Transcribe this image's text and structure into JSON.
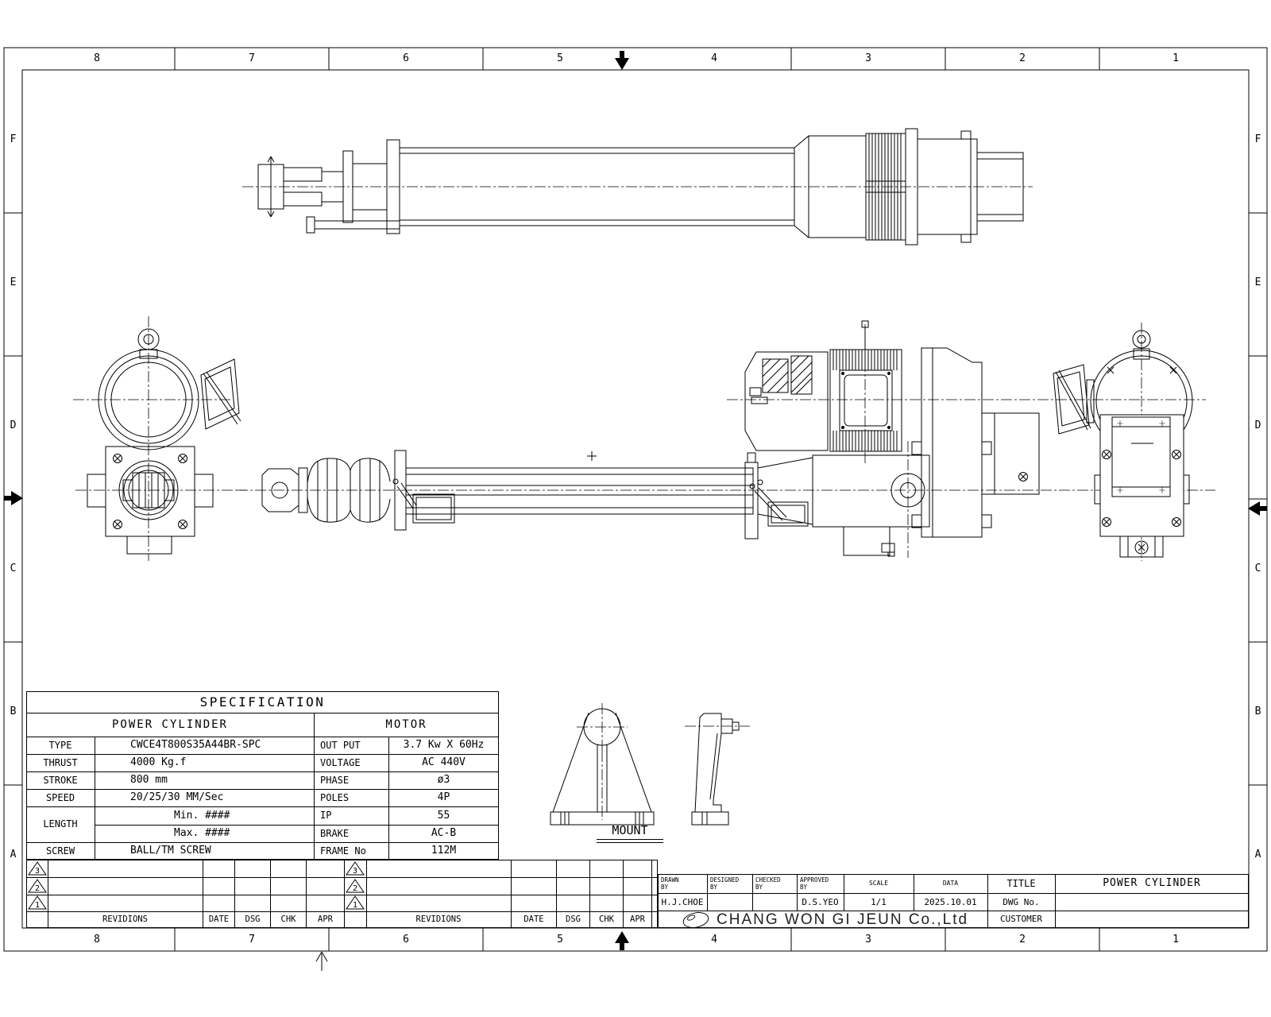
{
  "frame": {
    "columns": [
      "8",
      "7",
      "6",
      "5",
      "4",
      "3",
      "2",
      "1"
    ],
    "rows": [
      "F",
      "E",
      "D",
      "C",
      "B",
      "A"
    ]
  },
  "spec": {
    "title": "SPECIFICATION",
    "power_cylinder": {
      "header": "POWER CYLINDER",
      "type_label": "TYPE",
      "type": "CWCE4T800S35A44BR-SPC",
      "thrust_label": "THRUST",
      "thrust": "4000 Kg.f",
      "stroke_label": "STROKE",
      "stroke": "800 mm",
      "speed_label": "SPEED",
      "speed": "20/25/30 MM/Sec",
      "length_label": "LENGTH",
      "length_min": "Min. ####",
      "length_max": "Max. ####",
      "screw_label": "SCREW",
      "screw": "BALL/TM SCREW"
    },
    "motor": {
      "header": "MOTOR",
      "output_label": "OUT PUT",
      "output": "3.7 Kw X 60Hz",
      "voltage_label": "VOLTAGE",
      "voltage": "AC 440V",
      "phase_label": "PHASE",
      "phase": "ø3",
      "poles_label": "POLES",
      "poles": "4P",
      "ip_label": "IP",
      "ip": "55",
      "brake_label": "BRAKE",
      "brake": "AC-B",
      "frame_label": "FRAME No",
      "frame_no": "112M"
    }
  },
  "mount": {
    "label": "MOUNT"
  },
  "revisions": {
    "markers": [
      "3",
      "2",
      "1"
    ],
    "revisions_label": "REVIDIONS",
    "date_label": "DATE",
    "dsg_label": "DSG",
    "chk_label": "CHK",
    "apr_label": "APR"
  },
  "title_block": {
    "drawn_by_label": "DRAWN\nBY",
    "designed_by_label": "DESIGNED\nBY",
    "checked_by_label": "CHECKED\nBY",
    "approved_by_label": "APPROVED\nBY",
    "scale_label": "SCALE",
    "data_label": "DATA",
    "drawn_by": "H.J.CHOE",
    "designed_by": "",
    "checked_by": "",
    "approved_by": "D.S.YEO",
    "scale": "1/1",
    "data": "2025.10.01",
    "title_label": "TITLE",
    "title": "POWER CYLINDER",
    "dwg_no_label": "DWG No.",
    "dwg_no": "",
    "customer_label": "CUSTOMER",
    "customer": "",
    "company": "CHANG WON GI JEUN Co.,Ltd",
    "logo_color": "#e84e0f"
  }
}
